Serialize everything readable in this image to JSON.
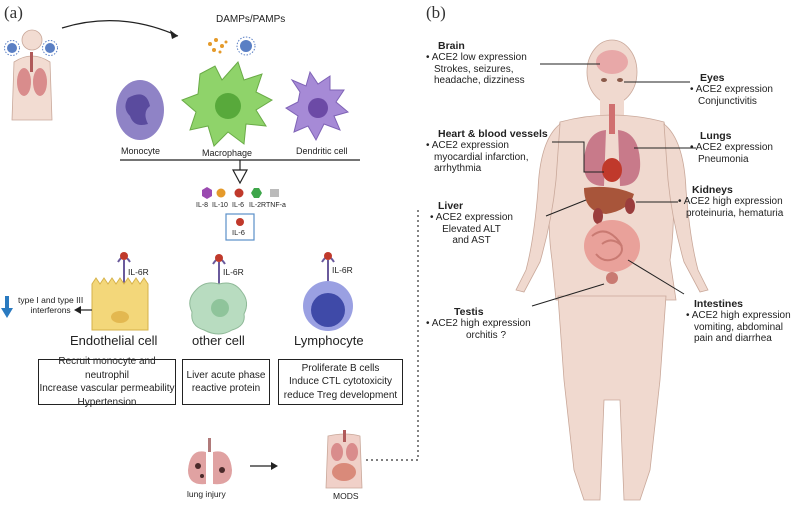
{
  "panel_a": {
    "label": "(a)",
    "damps_label": "DAMPs/PAMPs",
    "cells": {
      "monocyte": "Monocyte",
      "macrophage": "Macrophage",
      "dendritic": "Dendritic cell"
    },
    "cytokines": [
      "IL-8",
      "IL-10",
      "IL-6",
      "IL-2R",
      "TNF-a"
    ],
    "il6_box": "IL-6",
    "receptor_label": "IL-6R",
    "target_cells": {
      "endothelial": "Endothelial cell",
      "other": "other cell",
      "lymphocyte": "Lymphocyte"
    },
    "interferons": [
      "type I and type III",
      "interferons"
    ],
    "effect_boxes": {
      "endothelial": [
        "Recruit monocyte and neutrophil",
        "Increase vascular permeability",
        "Hypertension"
      ],
      "other": [
        "Liver acute phase",
        "reactive protein"
      ],
      "lymphocyte": [
        "Proliferate  B cells",
        "Induce CTL cytotoxicity",
        "reduce Treg development"
      ]
    },
    "lung_injury": "lung injury",
    "mods": "MODS"
  },
  "panel_b": {
    "label": "(b)",
    "organs": {
      "brain": {
        "title": "Brain",
        "lines": [
          "• ACE2 low expression",
          "Strokes, seizures,",
          "headache, dizziness"
        ]
      },
      "heart": {
        "title": "Heart & blood vessels",
        "lines": [
          "• ACE2 expression",
          "myocardial infarction,",
          "arrhythmia"
        ]
      },
      "liver": {
        "title": "Liver",
        "lines": [
          "• ACE2 expression",
          "Elevated ALT",
          "and AST"
        ]
      },
      "testis": {
        "title": "Testis",
        "lines": [
          "• ACE2 high expression",
          "orchitis ?"
        ]
      },
      "eyes": {
        "title": "Eyes",
        "lines": [
          "• ACE2 expression",
          "Conjunctivitis"
        ]
      },
      "lungs": {
        "title": "Lungs",
        "lines": [
          "• ACE2 expression",
          "Pneumonia"
        ]
      },
      "kidneys": {
        "title": "Kidneys",
        "lines": [
          "• ACE2 high expression",
          "proteinuria, hematuria"
        ]
      },
      "intestines": {
        "title": "Intestines",
        "lines": [
          "• ACE2 high expression",
          "vomiting, abdominal",
          "pain and diarrhea"
        ]
      }
    }
  },
  "colors": {
    "monocyte": "#8f83c6",
    "macrophage": "#8fd36a",
    "dendritic": "#a68ad6",
    "endothelial": "#f3d77a",
    "other_cell": "#b8dcc0",
    "lymphocyte": "#7f86d6",
    "interferon_arrow": "#2a7ac0",
    "body": "#f0d9cf",
    "organ_red": "#c86a6a"
  }
}
